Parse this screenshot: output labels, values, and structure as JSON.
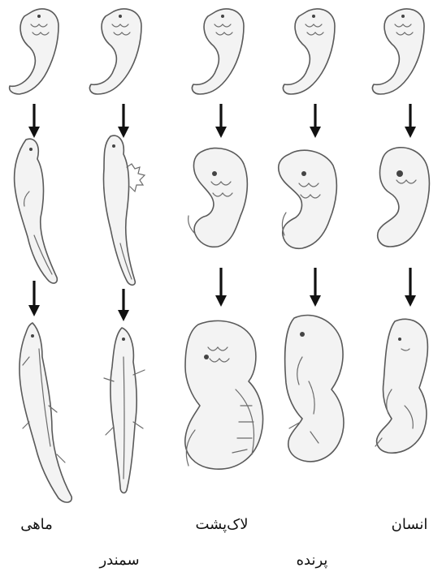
{
  "labels": {
    "fish": "ماهی",
    "salamander": "سمندر",
    "turtle": "لاک‌پشت",
    "bird": "پرنده",
    "human": "انسان"
  },
  "columns": [
    {
      "id": "fish",
      "label_key": "fish"
    },
    {
      "id": "salamander",
      "label_key": "salamander"
    },
    {
      "id": "turtle",
      "label_key": "turtle"
    },
    {
      "id": "bird",
      "label_key": "bird"
    },
    {
      "id": "human",
      "label_key": "human"
    }
  ],
  "stages": [
    "early",
    "middle",
    "late"
  ],
  "colors": {
    "background": "#ffffff",
    "outline": "#5a5a5a",
    "arrow": "#111111",
    "text": "#111111"
  }
}
